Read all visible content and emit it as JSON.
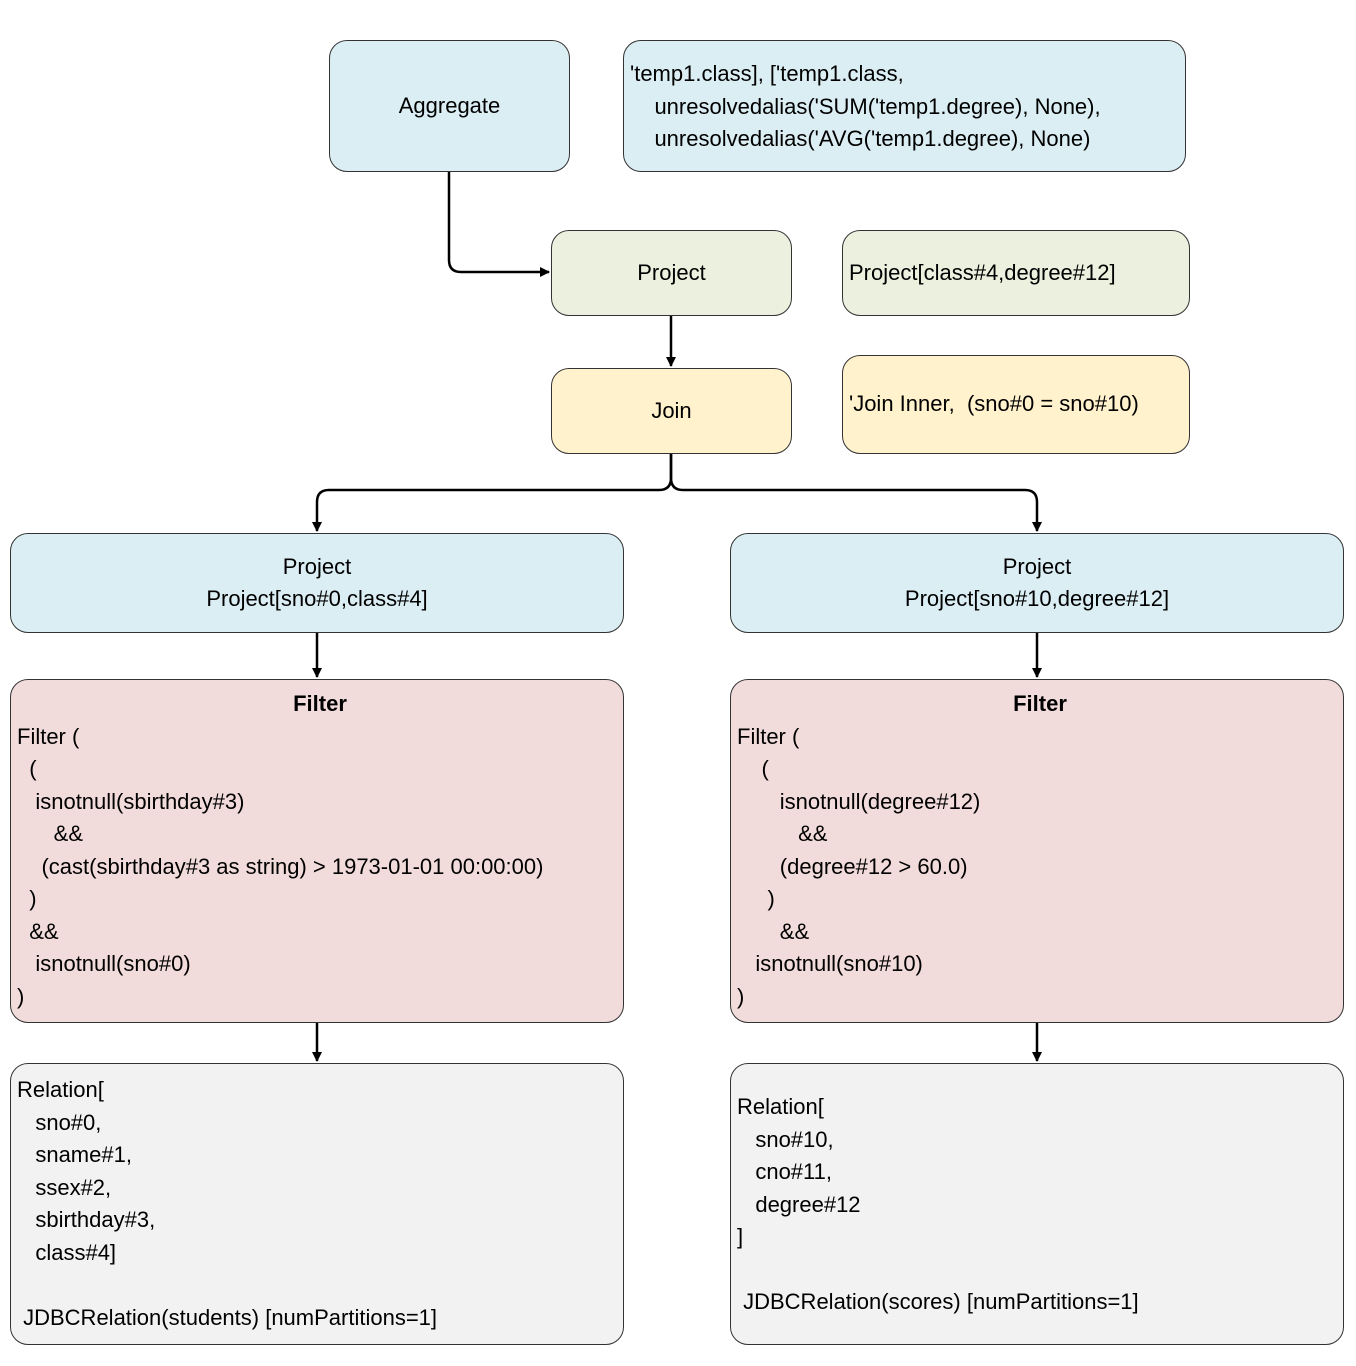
{
  "aggregate": {
    "label": "Aggregate",
    "details": [
      "'temp1.class], ['temp1.class,",
      "    unresolvedalias('SUM('temp1.degree), None),",
      "    unresolvedalias('AVG('temp1.degree), None)"
    ]
  },
  "project_top": {
    "label": "Project",
    "detail": "Project[class#4,degree#12]"
  },
  "join": {
    "label": "Join",
    "detail": "'Join Inner,  (sno#0 = sno#10)"
  },
  "left": {
    "project": {
      "label": "Project",
      "detail": "Project[sno#0,class#4]"
    },
    "filter": {
      "title": "Filter",
      "lines": [
        "Filter (",
        "  (",
        "   isnotnull(sbirthday#3)",
        "      &&",
        "    (cast(sbirthday#3 as string) > 1973-01-01 00:00:00)",
        "  )",
        "  &&",
        "   isnotnull(sno#0)",
        ")"
      ]
    },
    "relation": {
      "lines": [
        "Relation[",
        "   sno#0,",
        "   sname#1,",
        "   ssex#2,",
        "   sbirthday#3,",
        "   class#4]",
        "",
        " JDBCRelation(students) [numPartitions=1]"
      ]
    }
  },
  "right": {
    "project": {
      "label": "Project",
      "detail": "Project[sno#10,degree#12]"
    },
    "filter": {
      "title": "Filter",
      "lines": [
        "Filter (",
        "    (",
        "       isnotnull(degree#12)",
        "          &&",
        "       (degree#12 > 60.0)",
        "     )",
        "       &&",
        "   isnotnull(sno#10)",
        ")"
      ]
    },
    "relation": {
      "lines": [
        "Relation[",
        "   sno#10,",
        "   cno#11,",
        "   degree#12",
        "]",
        "",
        " JDBCRelation(scores) [numPartitions=1]"
      ]
    }
  },
  "colors": {
    "blue": "#dbeef4",
    "green": "#ebf1de",
    "yellow": "#fff2cc",
    "pink": "#f2dcdb",
    "gray": "#f2f2f2",
    "border": "#333333"
  }
}
